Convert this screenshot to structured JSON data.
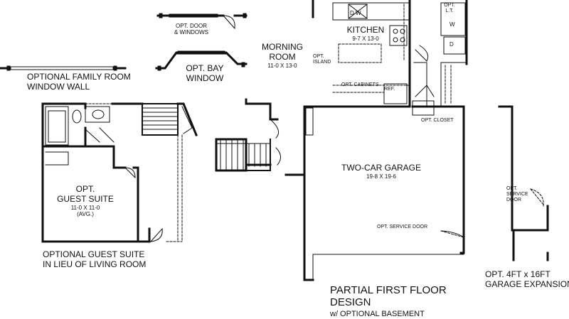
{
  "labels": {
    "opt_door_windows": [
      "OPT. DOOR",
      "& WINDOWS"
    ],
    "opt_bay_window": [
      "OPT. BAY",
      "WINDOW"
    ],
    "optional_family_room": [
      "OPTIONAL FAMILY ROOM",
      "WINDOW WALL"
    ],
    "morning_room": {
      "name": [
        "MORNING",
        "ROOM"
      ],
      "dims": "11-0 X 13-0"
    },
    "kitchen": {
      "name": "KITCHEN",
      "dims": "9-7 X 13-0"
    },
    "opt_island": [
      "OPT.",
      "ISLAND"
    ],
    "opt_cabinets": "OPT. CABINETS",
    "ref": "REF.",
    "dw": "D W",
    "lt": [
      "OPT.",
      "L.T."
    ],
    "w": "W",
    "d": "D",
    "opt_closet": "OPT. CLOSET",
    "garage": {
      "name": "TWO-CAR GARAGE",
      "dims": "19-8 X 19-6"
    },
    "opt_service_door": "OPT. SERVICE DOOR",
    "guest_suite": {
      "name": [
        "OPT.",
        "GUEST SUITE"
      ],
      "dims": "11-0 X 11-0",
      "note": "(AVG.)"
    },
    "guest_suite_caption": [
      "OPTIONAL GUEST SUITE",
      "IN LIEU OF LIVING ROOM"
    ],
    "service_door_right": [
      "OPT.",
      "SERVICE",
      "DOOR"
    ],
    "garage_expansion": [
      "OPT. 4FT x 16FT",
      "GARAGE EXPANSION"
    ]
  },
  "title": {
    "line1": "PARTIAL FIRST FLOOR",
    "line2": "DESIGN",
    "line3": "w/ OPTIONAL BASEMENT"
  }
}
